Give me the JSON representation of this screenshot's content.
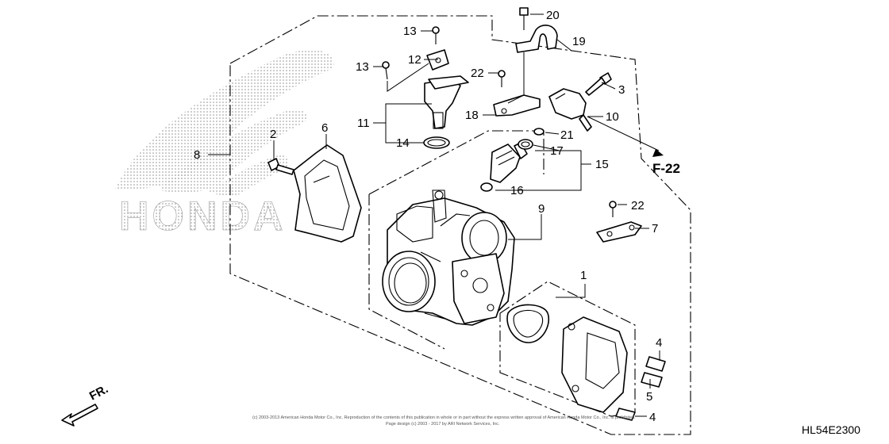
{
  "watermark": {
    "brand": "HONDA"
  },
  "callouts": [
    {
      "id": "c1",
      "text": "1"
    },
    {
      "id": "c2",
      "text": "2"
    },
    {
      "id": "c3",
      "text": "3"
    },
    {
      "id": "c4a",
      "text": "4"
    },
    {
      "id": "c4b",
      "text": "4"
    },
    {
      "id": "c5",
      "text": "5"
    },
    {
      "id": "c6",
      "text": "6"
    },
    {
      "id": "c7",
      "text": "7"
    },
    {
      "id": "c8",
      "text": "8"
    },
    {
      "id": "c9",
      "text": "9"
    },
    {
      "id": "c10",
      "text": "10"
    },
    {
      "id": "c11",
      "text": "11"
    },
    {
      "id": "c12",
      "text": "12"
    },
    {
      "id": "c13a",
      "text": "13"
    },
    {
      "id": "c13b",
      "text": "13"
    },
    {
      "id": "c14",
      "text": "14"
    },
    {
      "id": "c15",
      "text": "15"
    },
    {
      "id": "c16",
      "text": "16"
    },
    {
      "id": "c17",
      "text": "17"
    },
    {
      "id": "c18",
      "text": "18"
    },
    {
      "id": "c19",
      "text": "19"
    },
    {
      "id": "c20",
      "text": "20"
    },
    {
      "id": "c21",
      "text": "21"
    },
    {
      "id": "c22a",
      "text": "22"
    },
    {
      "id": "c22b",
      "text": "22"
    }
  ],
  "reference": "F-22",
  "direction_label": "FR.",
  "diagram_code": "HL54E2300",
  "copyright": {
    "line1": "(c) 2003-2013 American Honda Motor Co., Inc. Reproduction of the contents of this publication in whole or in part without the express written approval of American Honda Motor Co., Inc. is prohibited.",
    "line2": "Page design (c) 2003 - 2017 by ARI Network Services, Inc."
  }
}
